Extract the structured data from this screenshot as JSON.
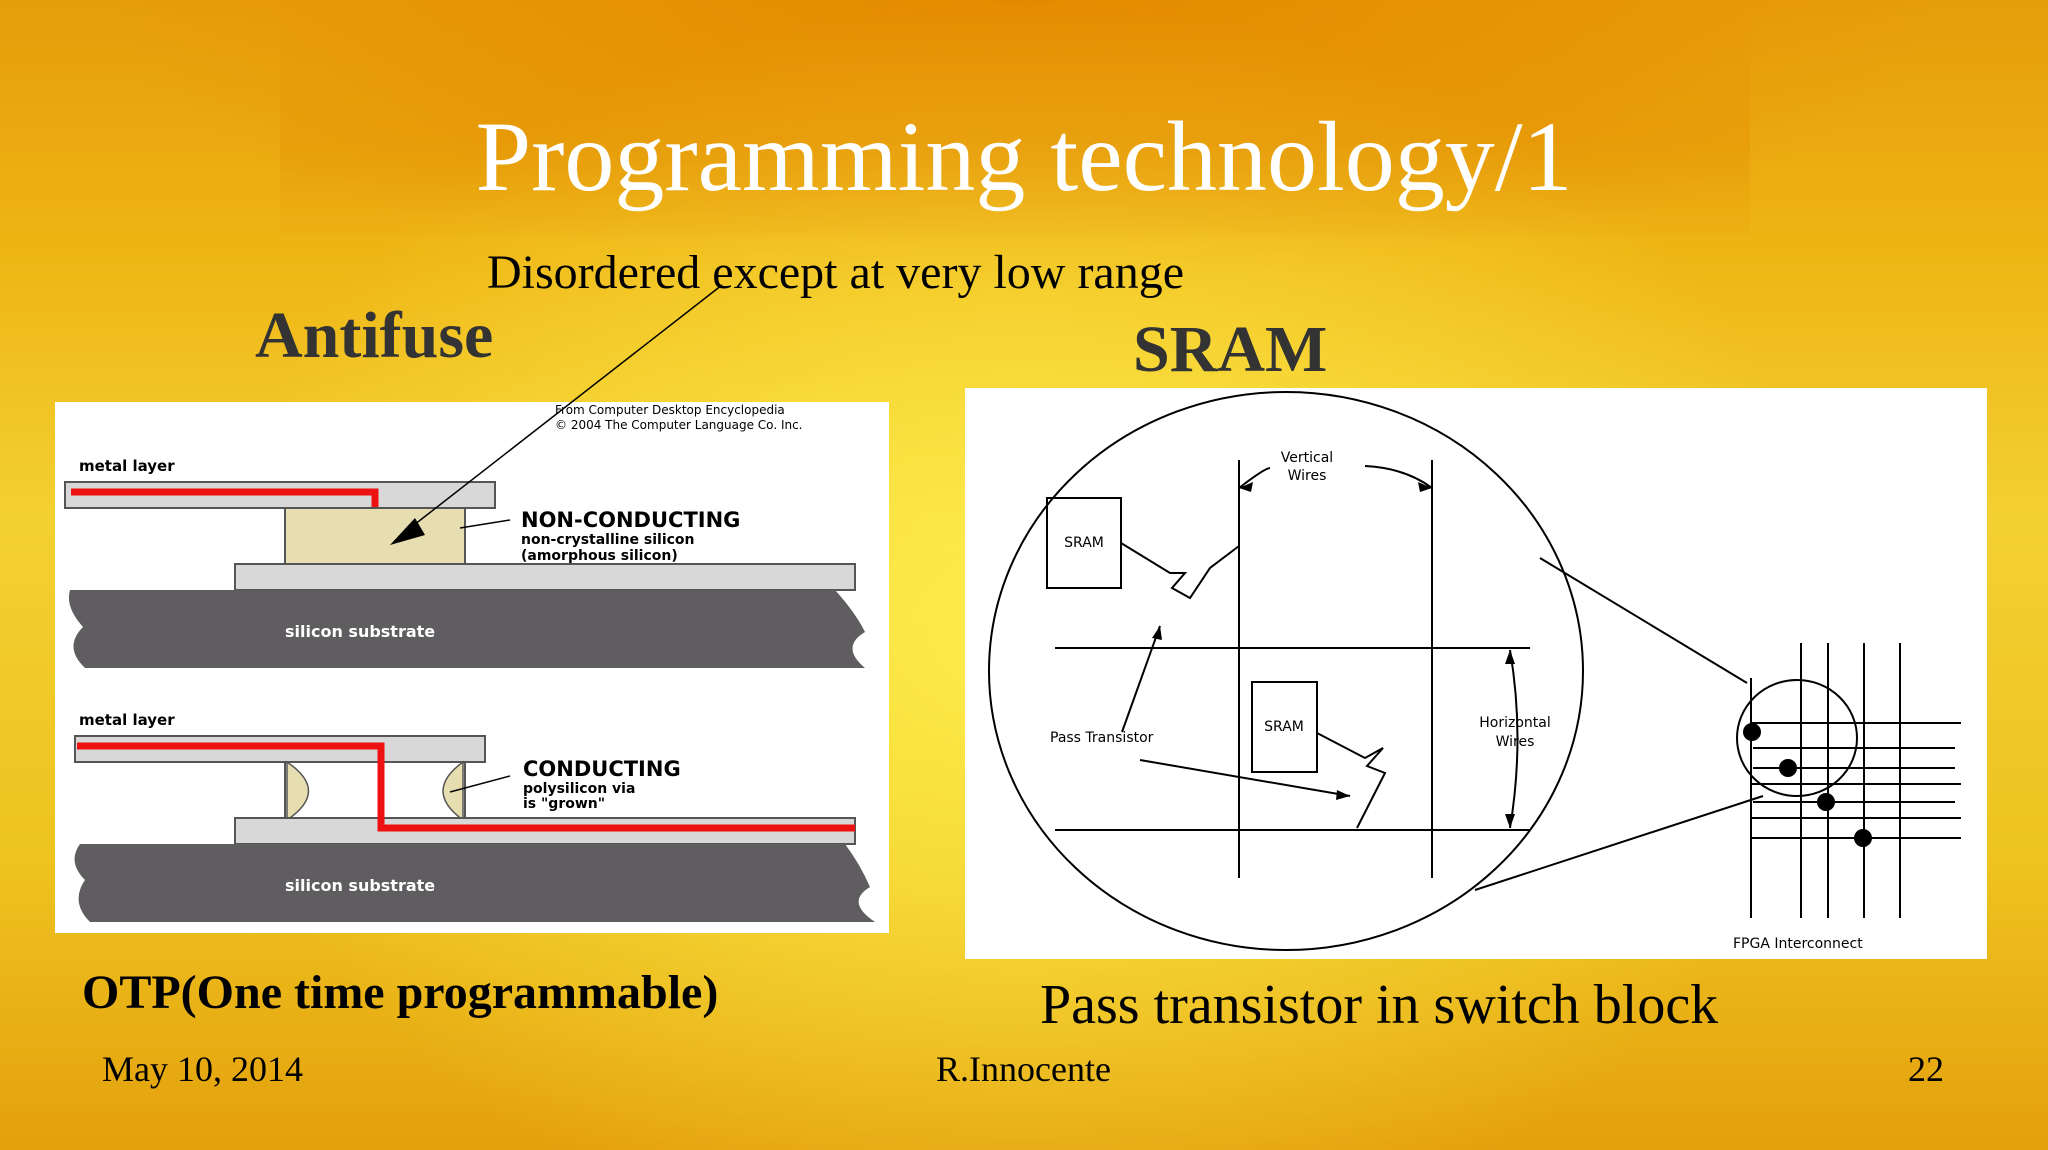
{
  "slide": {
    "title": "Programming technology/1",
    "subnote": "Disordered except at very low range",
    "left_heading": "Antifuse",
    "right_heading": "SRAM",
    "left_caption": "OTP(One time programmable)",
    "right_caption": "Pass transistor in switch block"
  },
  "antifuse_figure": {
    "credit_line1": "From Computer Desktop Encyclopedia",
    "credit_line2": "© 2004 The Computer Language Co. Inc.",
    "top_metal": "metal layer",
    "top_state": "NON-CONDUCTING",
    "top_desc1": "non-crystalline silicon",
    "top_desc2": "(amorphous silicon)",
    "top_substrate": "silicon substrate",
    "bottom_metal": "metal layer",
    "bottom_state": "CONDUCTING",
    "bottom_desc1": "polysilicon via",
    "bottom_desc2": "is \"grown\"",
    "bottom_substrate": "silicon substrate"
  },
  "sram_figure": {
    "vertical_wires1": "Vertical",
    "vertical_wires2": "Wires",
    "sram_box1": "SRAM",
    "sram_box2": "SRAM",
    "pass_transistor": "Pass Transistor",
    "horizontal_wires1": "Horizontal",
    "horizontal_wires2": "Wires",
    "interconnect": "FPGA Interconnect"
  },
  "footer": {
    "date": "May 10, 2014",
    "author": "R.Innocente",
    "page": "22"
  },
  "colors": {
    "title": "#ffffff",
    "wire_red": "#ee1111",
    "substrate": "#5f5d60",
    "insulator": "#e6ddb0"
  }
}
